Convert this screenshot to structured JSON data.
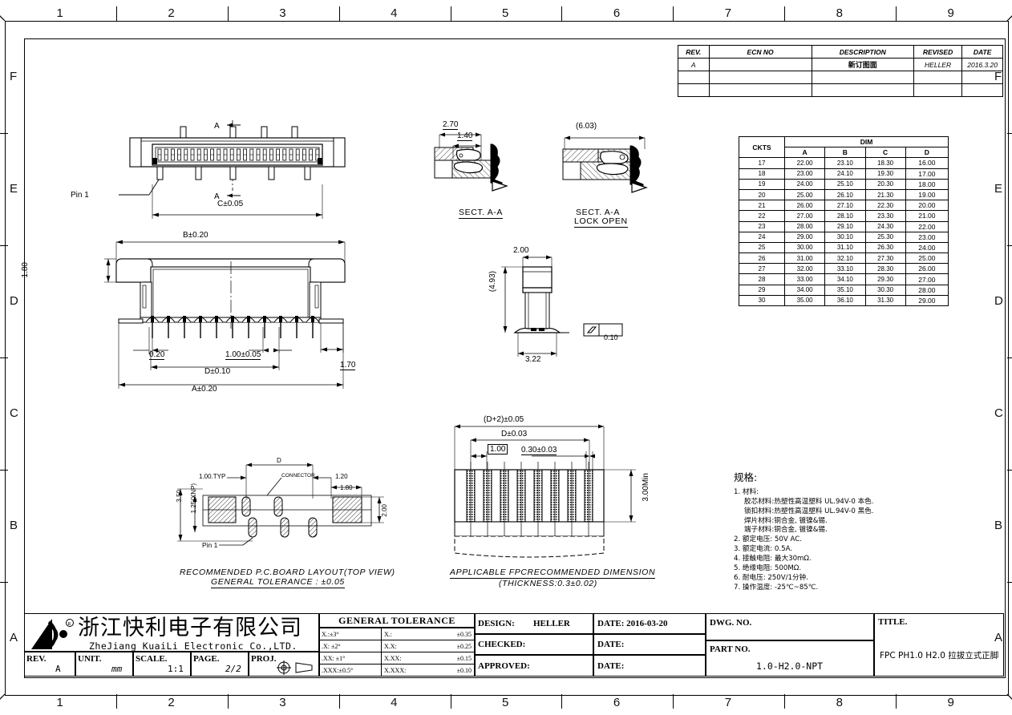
{
  "sheet": {
    "zones_top": [
      "1",
      "2",
      "3",
      "4",
      "5",
      "6",
      "7",
      "8",
      "9"
    ],
    "zones_bottom": [
      "1",
      "2",
      "3",
      "4",
      "5",
      "6",
      "7",
      "8",
      "9"
    ],
    "zones_left": [
      "F",
      "E",
      "D",
      "C",
      "B",
      "A"
    ],
    "zones_right": [
      "F",
      "E",
      "D",
      "C",
      "B",
      "A"
    ]
  },
  "revision_table": {
    "headers": [
      "REV.",
      "ECN NO",
      "DESCRIPTION",
      "REVISED",
      "DATE"
    ],
    "rows": [
      {
        "rev": "A",
        "ecn": "",
        "description": "新订图面",
        "revised": "HELLER",
        "date": "2016.3.20"
      },
      {
        "rev": "",
        "ecn": "",
        "description": "",
        "revised": "",
        "date": ""
      },
      {
        "rev": "",
        "ecn": "",
        "description": "",
        "revised": "",
        "date": ""
      }
    ]
  },
  "dim_table": {
    "ckts_label": "CKTS",
    "dim_label": "DIM",
    "columns": [
      "A",
      "B",
      "C",
      "D"
    ],
    "rows": [
      {
        "ckts": "17",
        "a": "22.00",
        "b": "23.10",
        "c": "18.30",
        "d": "16.00"
      },
      {
        "ckts": "18",
        "a": "23.00",
        "b": "24.10",
        "c": "19.30",
        "d": "17.00"
      },
      {
        "ckts": "19",
        "a": "24.00",
        "b": "25.10",
        "c": "20.30",
        "d": "18.00"
      },
      {
        "ckts": "20",
        "a": "25.00",
        "b": "26.10",
        "c": "21.30",
        "d": "19.00"
      },
      {
        "ckts": "21",
        "a": "26.00",
        "b": "27.10",
        "c": "22.30",
        "d": "20.00"
      },
      {
        "ckts": "22",
        "a": "27.00",
        "b": "28.10",
        "c": "23.30",
        "d": "21.00"
      },
      {
        "ckts": "23",
        "a": "28.00",
        "b": "29.10",
        "c": "24.30",
        "d": "22.00"
      },
      {
        "ckts": "24",
        "a": "29.00",
        "b": "30.10",
        "c": "25.30",
        "d": "23.00"
      },
      {
        "ckts": "25",
        "a": "30.00",
        "b": "31.10",
        "c": "26.30",
        "d": "24.00"
      },
      {
        "ckts": "26",
        "a": "31.00",
        "b": "32.10",
        "c": "27.30",
        "d": "25.00"
      },
      {
        "ckts": "27",
        "a": "32.00",
        "b": "33.10",
        "c": "28.30",
        "d": "26.00"
      },
      {
        "ckts": "28",
        "a": "33.00",
        "b": "34.10",
        "c": "29.30",
        "d": "27.00"
      },
      {
        "ckts": "29",
        "a": "34.00",
        "b": "35.10",
        "c": "30.30",
        "d": "28.00"
      },
      {
        "ckts": "30",
        "a": "35.00",
        "b": "36.10",
        "c": "31.30",
        "d": "29.00"
      }
    ]
  },
  "views": {
    "top_view": {
      "section_mark_top": "A",
      "section_mark_bottom": "A",
      "pin1_label": "Pin 1",
      "dim_c": "C±0.05"
    },
    "front_view": {
      "dim_b": "B±0.20",
      "dim_height": "1.80",
      "dim_020": "0.20",
      "dim_pitch": "1.00±0.05",
      "dim_d": "D±0.10",
      "dim_a": "A±0.20",
      "dim_170": "1.70"
    },
    "section_aa": {
      "dim_270": "2.70",
      "dim_140": "1.40",
      "caption": "SECT. A-A"
    },
    "section_aa_lock": {
      "dim_603": "(6.03)",
      "caption_line1": "SECT. A-A",
      "caption_line2": "LOCK OPEN"
    },
    "side_view": {
      "dim_200": "2.00",
      "dim_493": "(4.93)",
      "dim_322": "3.22",
      "flatness_value": "0.10"
    },
    "pcb_layout": {
      "dim_d": "D",
      "dim_100typ": "1.00.TYP",
      "connector_label": "CONNECTOR",
      "dim_120": "1.20",
      "dim_180": "1.80",
      "dim_350": "3.50",
      "dim_125xnp": "1.25(XNP)",
      "dim_200": "2.00",
      "pin1_label": "Pin 1",
      "caption_line1": "RECOMMENDED  P.C.BOARD  LAYOUT(TOP  VIEW)",
      "caption_line2": "GENERAL  TOLERANCE  :  ±0.05"
    },
    "fpc_dimension": {
      "dim_dplus2": "(D+2)±0.05",
      "dim_d": "D±0.03",
      "dim_100": "1.00",
      "dim_030": "0.30±0.03",
      "dim_300min": "3.00Min",
      "caption_line1": "APPLICABLE  FPCRECOMMENDED  DIMENSION",
      "caption_line2": "(THICKNESS:0.3±0.02)"
    }
  },
  "specifications": {
    "title": "规格:",
    "items": [
      {
        "text": "1. 材料:",
        "sub": false
      },
      {
        "text": "胶芯材料:热塑性高温塑料 UL.94V-0 本色.",
        "sub": true
      },
      {
        "text": "锁扣材料:热塑性高温塑料 UL.94V-0 黑色.",
        "sub": true
      },
      {
        "text": "焊片材料:铜合金, 镀镍&锡.",
        "sub": true
      },
      {
        "text": "端子材料:铜合金, 镀镍&锡.",
        "sub": true
      },
      {
        "text": "2. 额定电压: 50V AC.",
        "sub": false
      },
      {
        "text": "3. 额定电流: 0.5A.",
        "sub": false
      },
      {
        "text": "4. 接触电阻: 最大30mΩ.",
        "sub": false
      },
      {
        "text": "5. 绝缘电阻: 500MΩ.",
        "sub": false
      },
      {
        "text": "6. 耐电压: 250V/1分钟.",
        "sub": false
      },
      {
        "text": "7. 操作温度: -25℃~85℃.",
        "sub": false
      }
    ]
  },
  "title_block": {
    "company_cn": "浙江快利电子有限公司",
    "company_en": "ZheJiang KuaiLi Electronic Co.,LTD.",
    "rev_label": "REV.",
    "rev_value": "A",
    "unit_label": "UNIT.",
    "unit_value": "mm",
    "scale_label": "SCALE.",
    "scale_value": "1:1",
    "page_label": "PAGE.",
    "page_value": "2/2",
    "proj_label": "PROJ.",
    "tolerance_title": "GENERAL  TOLERANCE",
    "tolerance_rows": [
      {
        "angle": "X.:±3°",
        "linear_name": "X.:",
        "linear_value": "±0.35"
      },
      {
        "angle": ".X: ±2°",
        "linear_name": "X.X:",
        "linear_value": "±0.25"
      },
      {
        "angle": ".XX: ±1°",
        "linear_name": "X.XX:",
        "linear_value": "±0.15"
      },
      {
        "angle": ".XXX:±0.5°",
        "linear_name": "X.XXX:",
        "linear_value": "±0.10"
      }
    ],
    "design_label": "DESIGN:",
    "design_value": "HELLER",
    "design_date_label": "DATE: 2016-03-20",
    "checked_label": "CHECKED:",
    "checked_date_label": "DATE:",
    "approved_label": "APPROVED:",
    "approved_date_label": "DATE:",
    "dwg_no_label": "DWG. NO.",
    "dwg_no_value": "",
    "part_no_label": "PART NO.",
    "part_no_value": "1.0-H2.0-NPT",
    "title_label": "TITLE.",
    "title_value": "FPC PH1.0 H2.0 拉拔立式正脚"
  }
}
